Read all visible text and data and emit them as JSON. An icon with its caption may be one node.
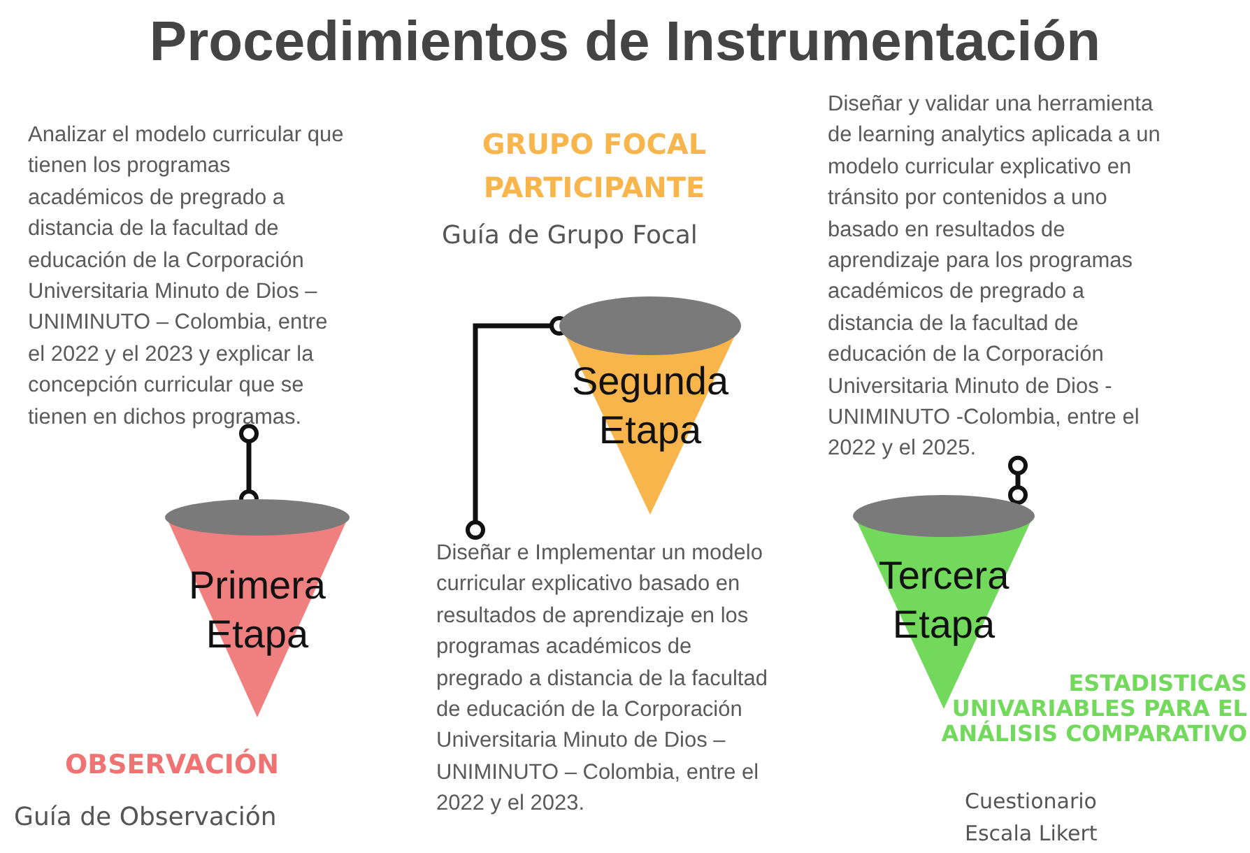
{
  "diagram": {
    "title": "Procedimientos de Instrumentación",
    "nodes": [
      {
        "text": [
          "Analizar el modelo curricular que tienen los programas académicos de pregrado a distancia de la facultad de educación de la Corporación Universitaria Minuto de Dios – UNIMINUTO – Colombia, entre el 2022 y el 2023 y explicar la concepción curricular que se tienen en dichos programas."
        ]
      },
      {
        "text": [
          "Primera Etapa"
        ],
        "beside": [
          "OBSERVACIÓN",
          "Guía de Observación"
        ]
      },
      {
        "text": [
          "Diseñar e Implementar un modelo curricular explicativo basado en resultados de aprendizaje en los programas académicos de pregrado a distancia de la facultad de educación de la Corporación Universitaria Minuto de Dios – UNIMINUTO – Colombia, entre el 2022 y el 2023."
        ]
      },
      {
        "text": [
          "Segunda Etapa"
        ],
        "beside": [
          "GRUPO FOCAL PARTICIPANTE",
          "Guía de Grupo Focal"
        ]
      },
      {
        "text": [
          "Diseñar y validar una herramienta de learning analytics aplicada a un modelo curricular explicativo en tránsito por contenidos a uno basado en resultados de aprendizaje para los programas académicos de pregrado a distancia de la facultad de educación de la Corporación Universitaria Minuto de Dios - UNIMINUTO -Colombia, entre el 2022 y el 2025."
        ]
      },
      {
        "text": [
          "Tercera Etapa"
        ],
        "beside": [
          "ESTADISTICAS UNIVARIABLES PARA EL ANÁLISIS COMPARATIVO",
          "Cuestionario Escala Likert"
        ]
      }
    ],
    "edges": [
      {
        "from": 0,
        "to": 1,
        "arrow": "other"
      },
      {
        "from": 2,
        "to": 3,
        "arrow": "other"
      },
      {
        "from": 4,
        "to": 5,
        "arrow": "other"
      }
    ]
  }
}
